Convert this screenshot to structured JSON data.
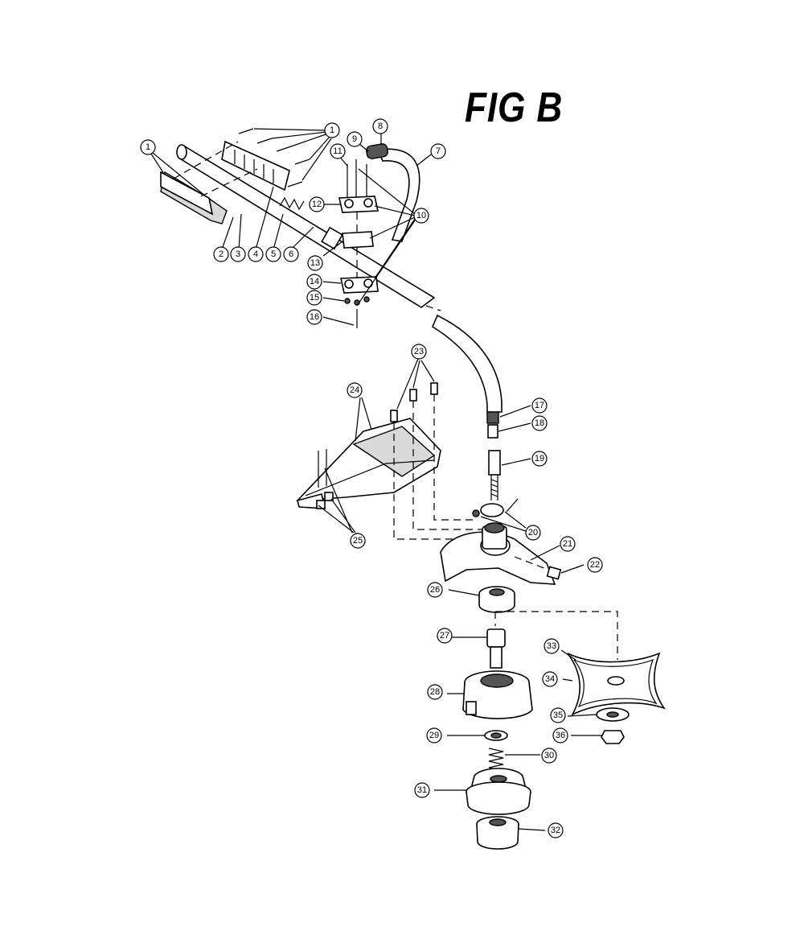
{
  "figure": {
    "title": "FIG B"
  },
  "callouts": [
    {
      "n": "1"
    },
    {
      "n": "1"
    },
    {
      "n": "2"
    },
    {
      "n": "3"
    },
    {
      "n": "4"
    },
    {
      "n": "5"
    },
    {
      "n": "6"
    },
    {
      "n": "7"
    },
    {
      "n": "8"
    },
    {
      "n": "9"
    },
    {
      "n": "10"
    },
    {
      "n": "11"
    },
    {
      "n": "12"
    },
    {
      "n": "13"
    },
    {
      "n": "14"
    },
    {
      "n": "15"
    },
    {
      "n": "16"
    },
    {
      "n": "17"
    },
    {
      "n": "18"
    },
    {
      "n": "19"
    },
    {
      "n": "20"
    },
    {
      "n": "21"
    },
    {
      "n": "22"
    },
    {
      "n": "23"
    },
    {
      "n": "24"
    },
    {
      "n": "25"
    },
    {
      "n": "26"
    },
    {
      "n": "27"
    },
    {
      "n": "28"
    },
    {
      "n": "29"
    },
    {
      "n": "30"
    },
    {
      "n": "31"
    },
    {
      "n": "32"
    },
    {
      "n": "33"
    },
    {
      "n": "34"
    },
    {
      "n": "35"
    },
    {
      "n": "36"
    }
  ]
}
